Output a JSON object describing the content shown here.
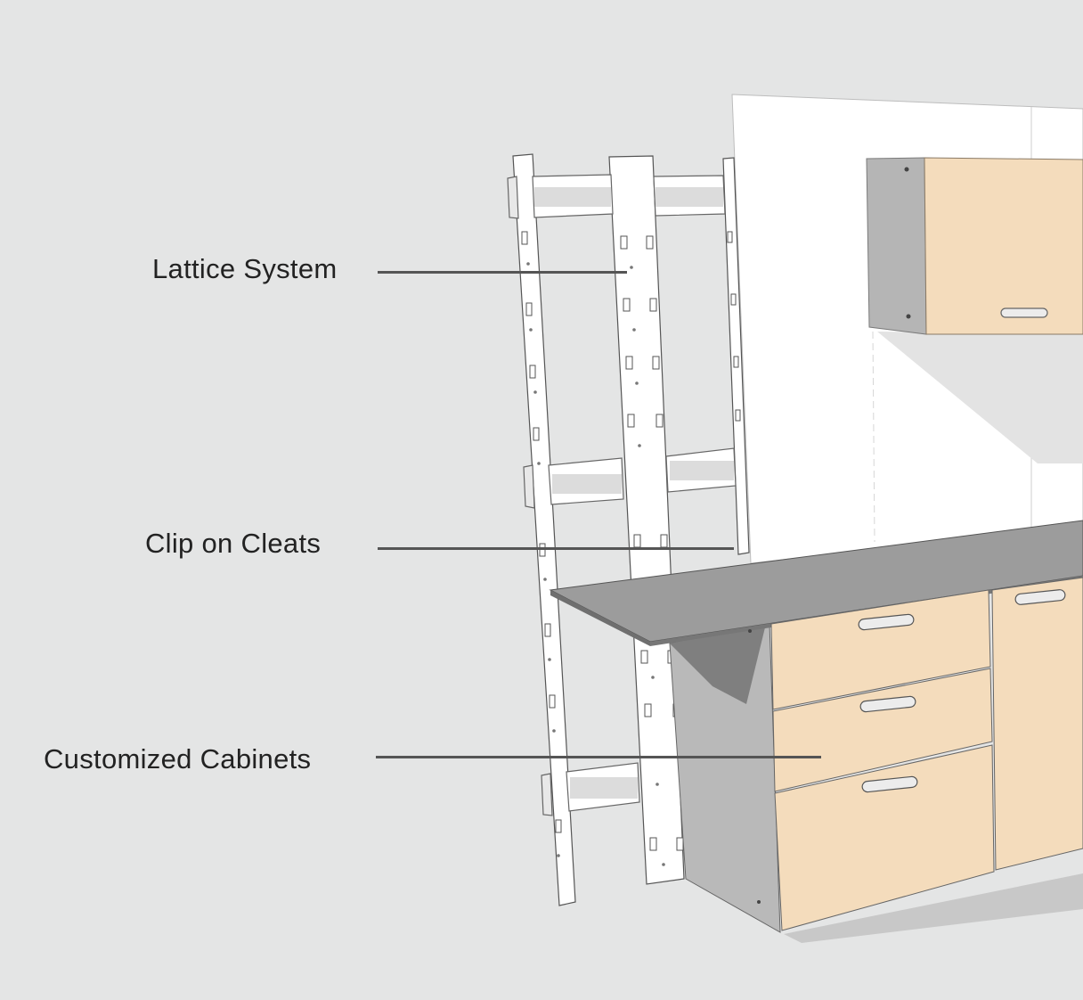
{
  "diagram": {
    "callouts": [
      {
        "id": "lattice",
        "label": "Lattice System"
      },
      {
        "id": "cleats",
        "label": "Clip on Cleats"
      },
      {
        "id": "cabinets",
        "label": "Customized Cabinets"
      }
    ],
    "colors": {
      "background": "#e4e5e5",
      "wall": "#ffffff",
      "wood": "#f4dcbc",
      "cabinet_side": "#b9b9b9",
      "countertop": "#9c9c9c",
      "leader_line": "#555555",
      "label_text": "#222222"
    }
  }
}
